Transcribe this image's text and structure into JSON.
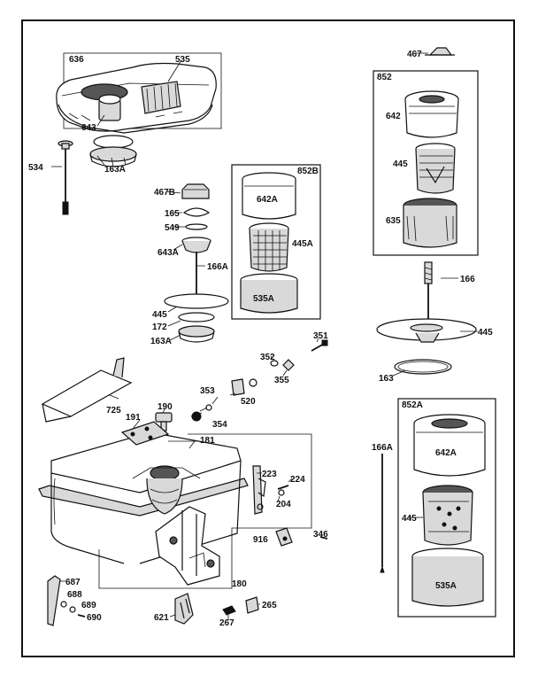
{
  "callouts": {
    "c636": "636",
    "c535": "535",
    "c643": "643",
    "c534": "534",
    "c163A_top": "163A",
    "c467": "467",
    "c852": "852",
    "c642": "642",
    "c445": "445",
    "c635": "635",
    "c166": "166",
    "c445_right": "445",
    "c163": "163",
    "c852B": "852B",
    "c642A": "642A",
    "c445A": "445A",
    "c535A": "535A",
    "c467B": "467B",
    "c165": "165",
    "c549": "549",
    "c643A": "643A",
    "c166A": "166A",
    "c445_mid": "445",
    "c172": "172",
    "c163A_mid": "163A",
    "c351": "351",
    "c352": "352",
    "c355": "355",
    "c353": "353",
    "c520": "520",
    "c354": "354",
    "c725": "725",
    "c191": "191",
    "c190": "190",
    "c181": "181",
    "c223": "223",
    "c224": "224",
    "c204": "204",
    "c916": "916",
    "c346": "346",
    "c180": "180",
    "c687": "687",
    "c688": "688",
    "c689": "689",
    "c690": "690",
    "c621": "621",
    "c265": "265",
    "c267": "267",
    "c852A": "852A",
    "c642A_b": "642A",
    "c445_b": "445",
    "c535A_b": "535A",
    "c166A_b": "166A"
  }
}
